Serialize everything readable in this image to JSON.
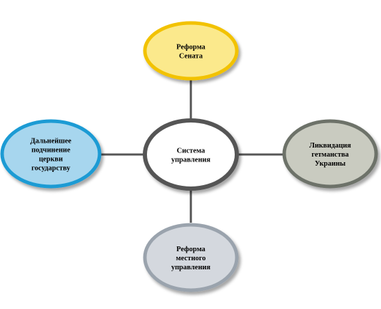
{
  "diagram": {
    "center": {
      "lines": [
        "Система",
        "управления"
      ],
      "fill": "#ffffff",
      "stroke": "#555555"
    },
    "nodes": [
      {
        "id": "senate-reform",
        "lines": [
          "Реформа",
          "Сената"
        ],
        "fill": "#fbe98c",
        "stroke": "#f2c200"
      },
      {
        "id": "hetmanate-liquidation",
        "lines": [
          "Ликвидация",
          "гетманства",
          "Украины"
        ],
        "fill": "#c9cbc0",
        "stroke": "#6d7269"
      },
      {
        "id": "local-government-reform",
        "lines": [
          "Реформа",
          "местного",
          "управления"
        ],
        "fill": "#d4d8de",
        "stroke": "#9aa3ad"
      },
      {
        "id": "church-subordination",
        "lines": [
          "Дальнейшее",
          "подчинение",
          "церкви",
          "государству"
        ],
        "fill": "#a7d6ee",
        "stroke": "#1a9bd4"
      }
    ],
    "connector_color": "#555555"
  }
}
